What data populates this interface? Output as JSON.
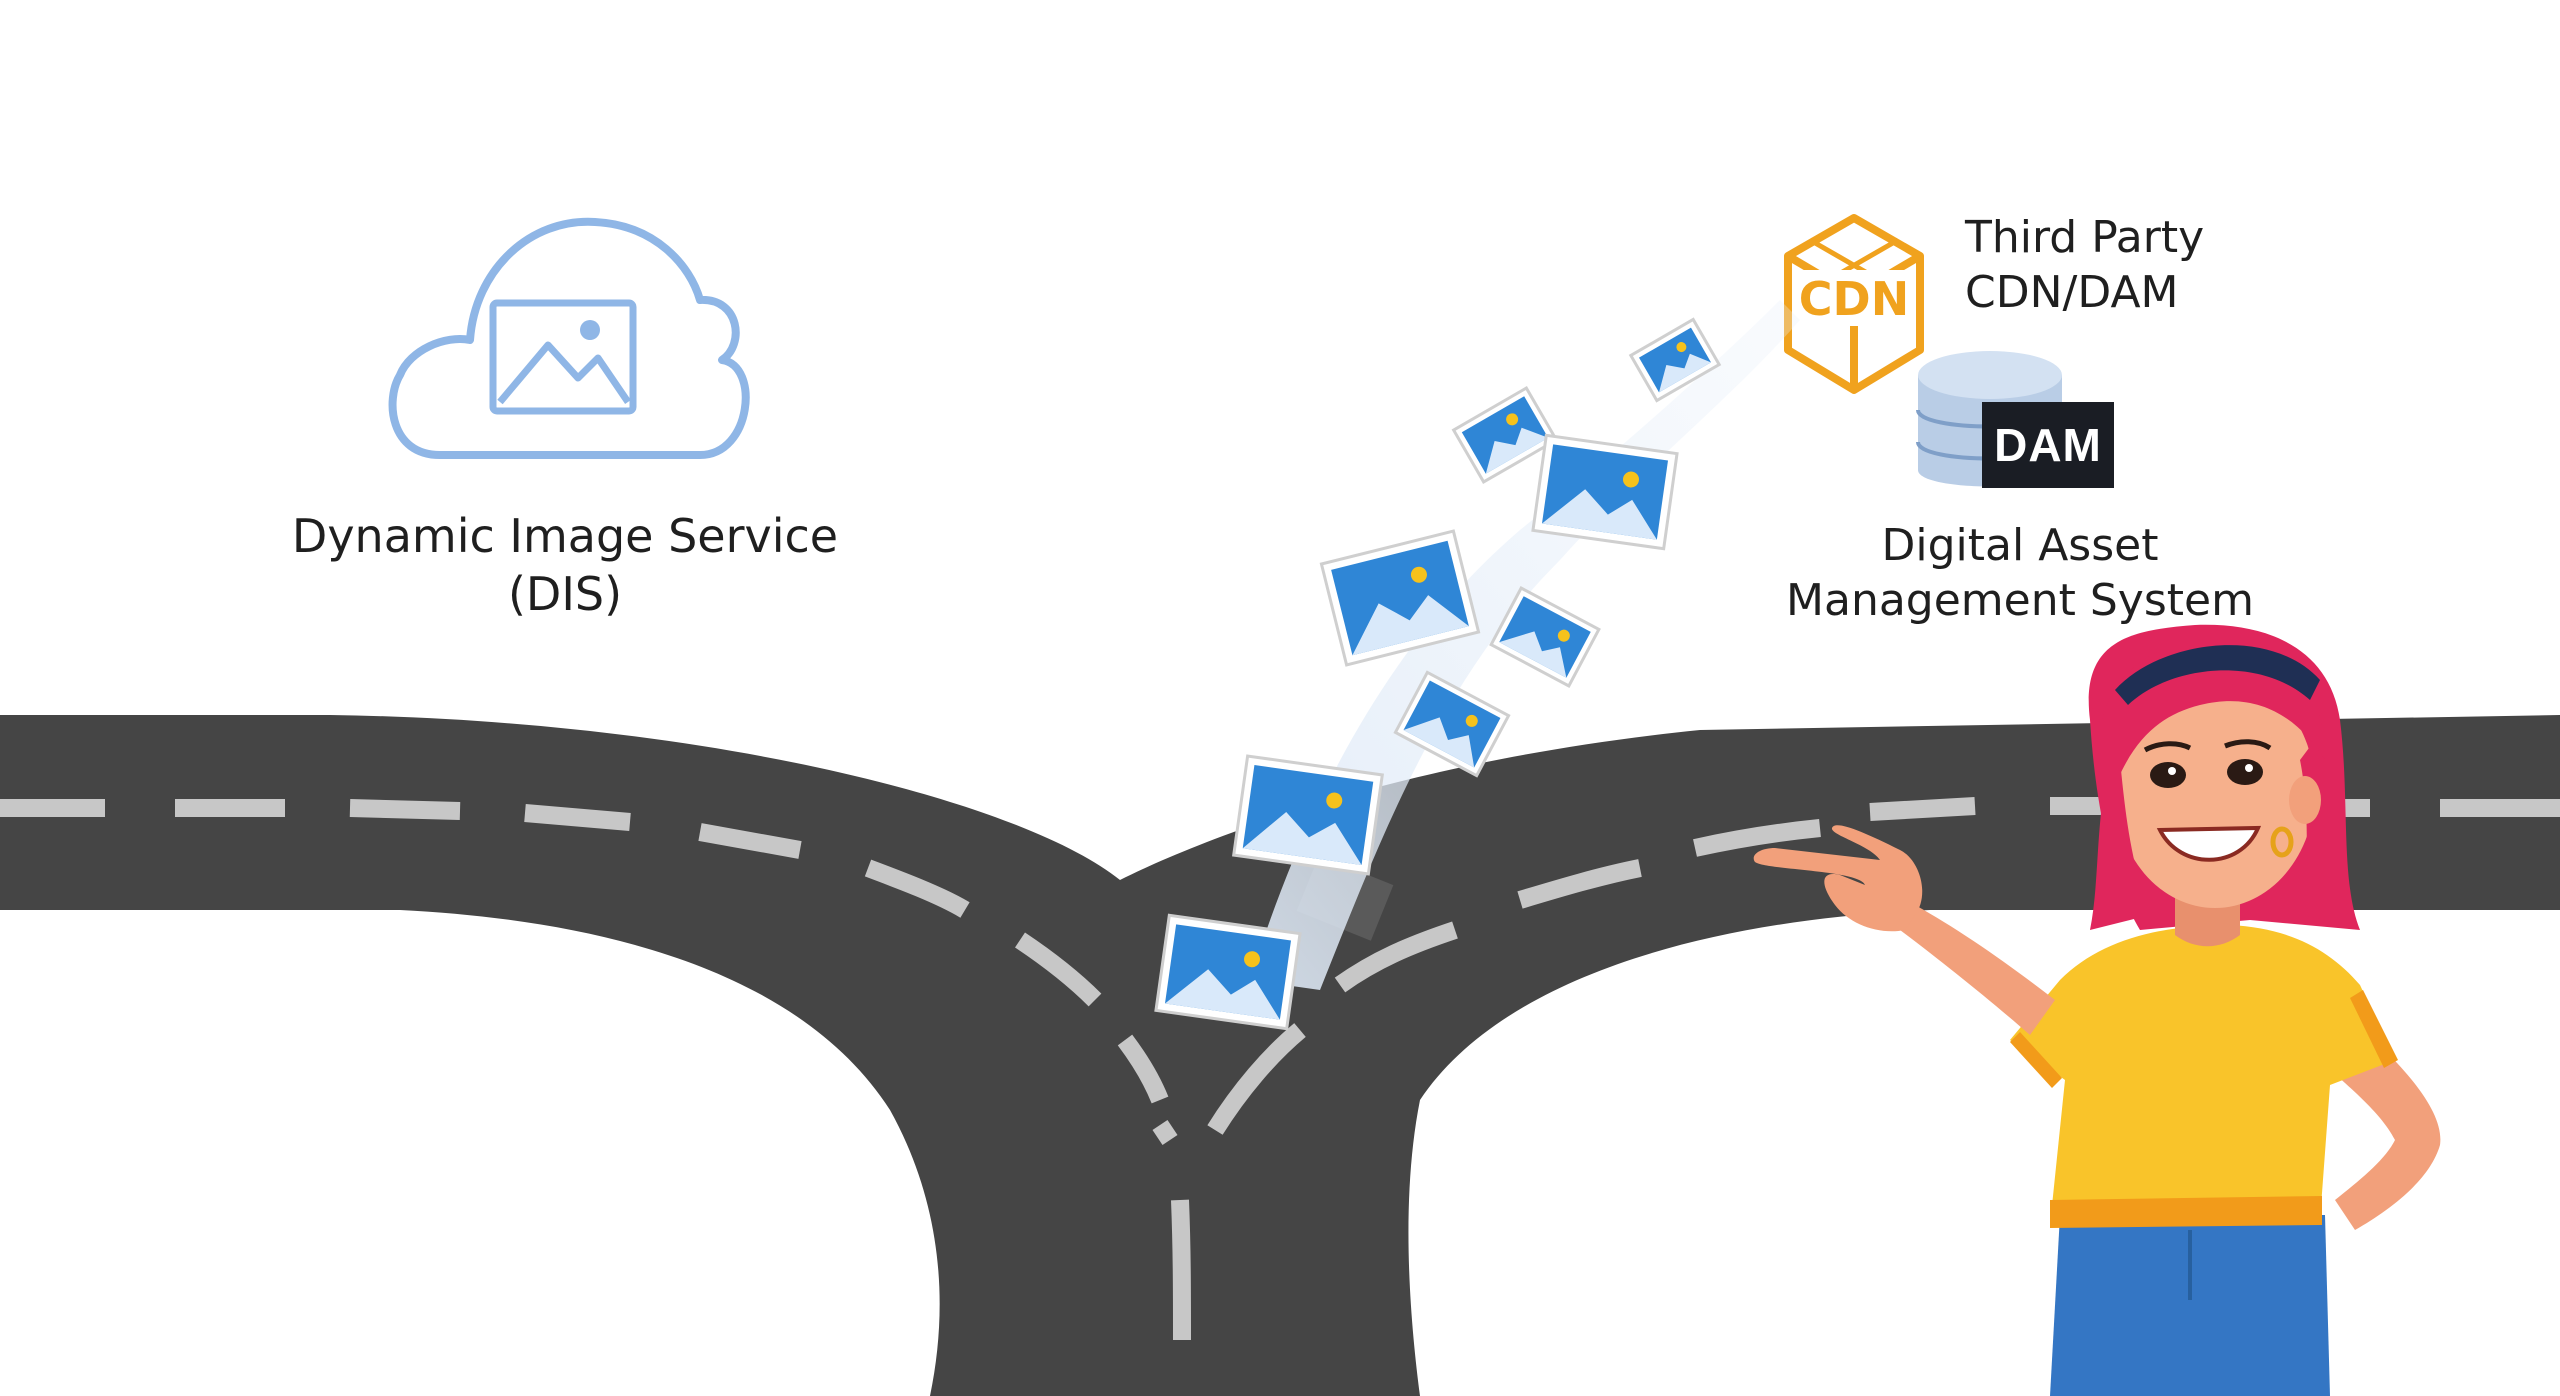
{
  "dis": {
    "line1": "Dynamic Image Service",
    "line2": "(DIS)",
    "icon": "cloud-image-icon"
  },
  "third_party": {
    "line1": "Third Party",
    "line2": "CDN/DAM",
    "cdn_text": "CDN",
    "icon": "cdn-cube-icon"
  },
  "dam": {
    "badge": "DAM",
    "line1": "Digital Asset",
    "line2": "Management System",
    "icon": "database-icon"
  },
  "colors": {
    "road": "#454545",
    "lane": "#c7c7c7",
    "cloud": "#8fb6e6",
    "cdn": "#f0a21e",
    "photo": "#2f86d6",
    "shirt": "#f9c42a",
    "hair": "#e0265c",
    "jeans": "#3476c4"
  }
}
